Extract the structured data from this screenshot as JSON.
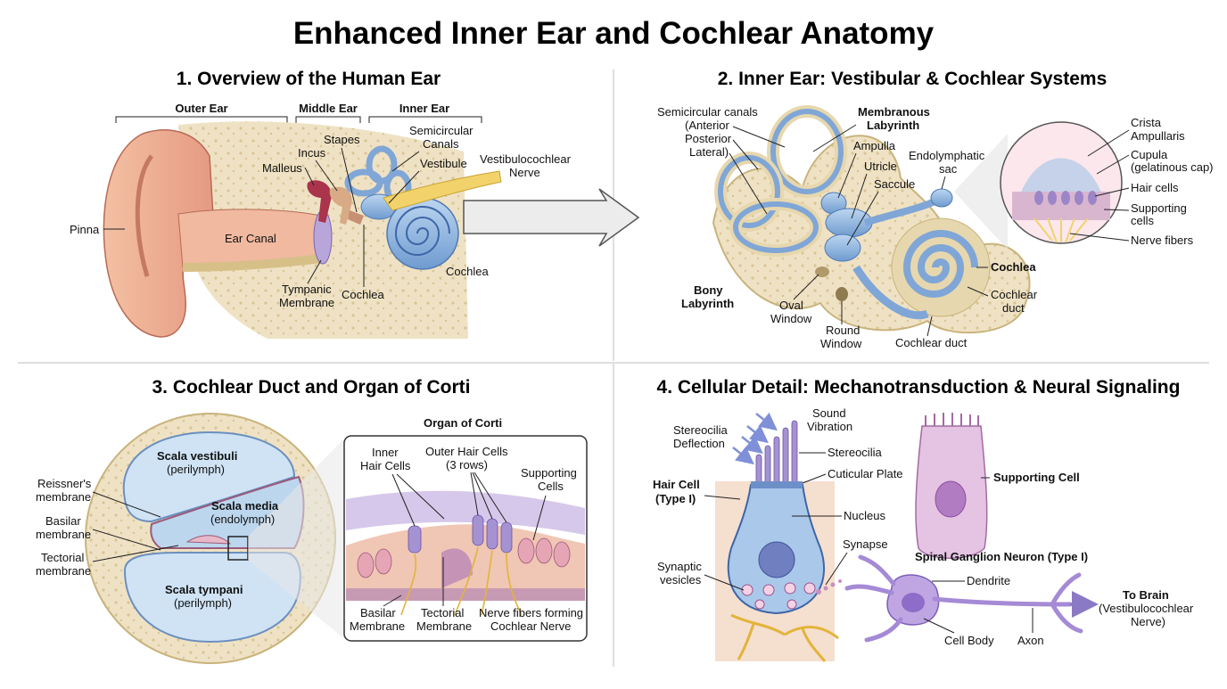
{
  "title": "Enhanced Inner Ear and Cochlear Anatomy",
  "panels": {
    "p1": {
      "title": "1. Overview of the Human Ear",
      "regions": [
        "Outer Ear",
        "Middle Ear",
        "Inner Ear"
      ],
      "labels": {
        "pinna": "Pinna",
        "ear_canal": "Ear Canal",
        "malleus": "Malleus",
        "incus": "Incus",
        "stapes": "Stapes",
        "semicircular": [
          "Semicircular",
          "Canals"
        ],
        "vestibule": "Vestibule",
        "vestibulocochlear": [
          "Vestibulocochlear",
          "Nerve"
        ],
        "tympanic": [
          "Tympanic",
          "Membrane"
        ],
        "cochlea_a": "Cochlea",
        "cochlea_b": "Cochlea"
      }
    },
    "p2": {
      "title": "2. Inner Ear: Vestibular & Cochlear Systems",
      "labels": {
        "semicircular_canals": [
          "Semicircular canals",
          "(Anterior",
          "Posterior",
          "Lateral)"
        ],
        "membranous": [
          "Membranous",
          "Labyrinth"
        ],
        "ampulla": "Ampulla",
        "utricle": "Utricle",
        "saccule": "Saccule",
        "endolymphatic": [
          "Endolymphatic",
          "sac"
        ],
        "bony": [
          "Bony",
          "Labyrinth"
        ],
        "oval": [
          "Oval",
          "Window"
        ],
        "round": [
          "Round",
          "Window"
        ],
        "cochlear_duct_bottom": "Cochlear duct",
        "cochlea": "Cochlea",
        "cochlear_duct_right": [
          "Cochlear",
          "duct"
        ],
        "crista": [
          "Crista",
          "Ampullaris"
        ],
        "cupula": [
          "Cupula",
          "(gelatinous cap)"
        ],
        "hair_cells": "Hair cells",
        "supporting": [
          "Supporting",
          "cells"
        ],
        "nerve_fibers": "Nerve fibers"
      }
    },
    "p3": {
      "title": "3. Cochlear Duct and Organ of Corti",
      "labels": {
        "scala_vestibuli": [
          "Scala vestibuli",
          "(perilymph)"
        ],
        "scala_media": [
          "Scala media",
          "(endolymph)"
        ],
        "scala_tympani": [
          "Scala tympani",
          "(perilymph)"
        ],
        "reissner": [
          "Reissner's",
          "membrane"
        ],
        "basilar_left": [
          "Basilar",
          "membrane"
        ],
        "tectorial_left": [
          "Tectorial",
          "membrane"
        ],
        "organ_of_corti": "Organ of Corti",
        "inner_hair": [
          "Inner",
          "Hair Cells"
        ],
        "outer_hair": [
          "Outer Hair Cells",
          "(3 rows)"
        ],
        "supporting": [
          "Supporting",
          "Cells"
        ],
        "basilar_inset": [
          "Basilar",
          "Membrane"
        ],
        "tectorial_inset": [
          "Tectorial",
          "Membrane"
        ],
        "nerve_fibers": [
          "Nerve fibers forming",
          "Cochlear Nerve"
        ]
      }
    },
    "p4": {
      "title": "4. Cellular Detail: Mechanotransduction & Neural Signaling",
      "labels": {
        "sound": [
          "Sound",
          "Vibration"
        ],
        "stereocilia_deflection": [
          "Stereocilia",
          "Deflection"
        ],
        "stereocilia": "Stereocilia",
        "cuticular": "Cuticular Plate",
        "hair_cell": [
          "Hair Cell",
          "(Type I)"
        ],
        "nucleus": "Nucleus",
        "synapse": "Synapse",
        "synaptic_vesicles": [
          "Synaptic",
          "vesicles"
        ],
        "supporting_cell": "Supporting Cell",
        "spiral_ganglion": "Spiral Ganglion Neuron (Type I)",
        "dendrite": "Dendrite",
        "to_brain": [
          "To Brain",
          "(Vestibulocochlear",
          "Nerve)"
        ],
        "cell_body": "Cell Body",
        "axon": "Axon"
      }
    }
  },
  "colors": {
    "skin": "#e8a98a",
    "bone": "#efe2c4",
    "cochlea_blue": "#8fb6e0",
    "nerve_yellow": "#f2d36b",
    "pink": "#e7b8c8",
    "purple": "#b9a3d9",
    "fluid_blue": "#cfe3f5",
    "divider": "#c9c9c9"
  }
}
